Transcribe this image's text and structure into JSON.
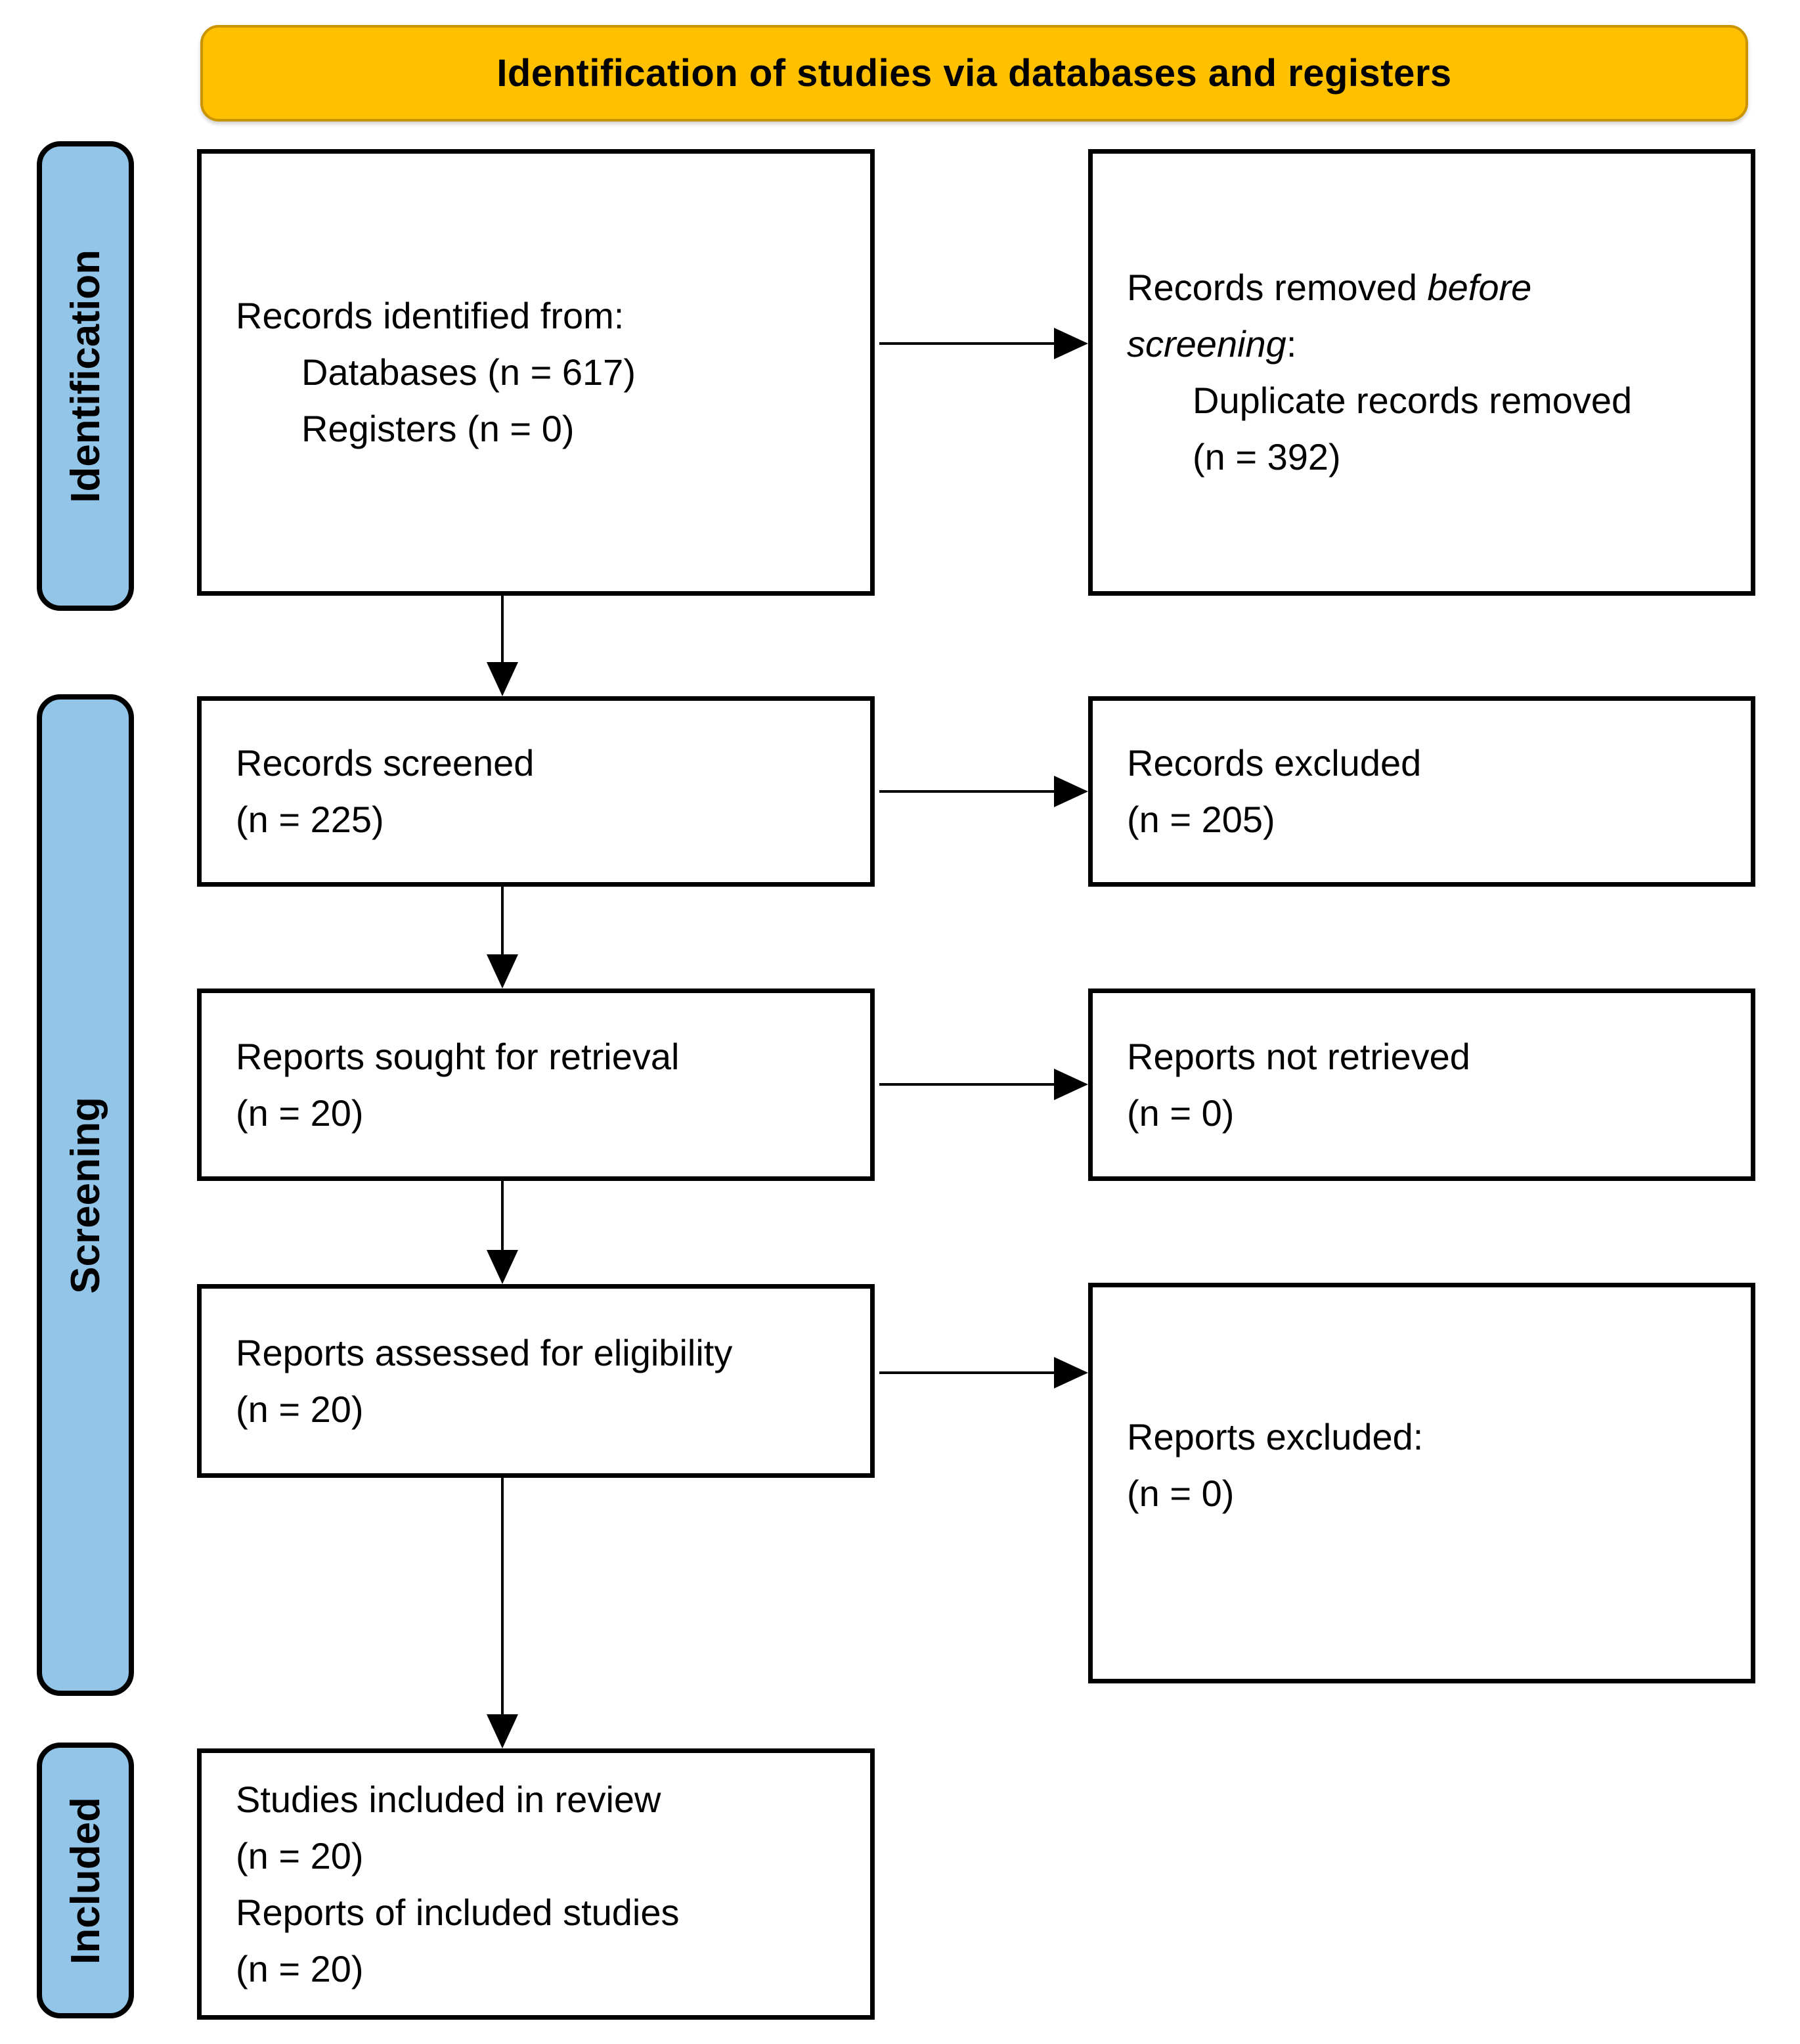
{
  "header": {
    "title": "Identification of studies via databases and registers"
  },
  "stages": [
    {
      "label": "Identification"
    },
    {
      "label": "Screening"
    },
    {
      "label": "Included"
    }
  ],
  "colors": {
    "banner_fill": "#FFC000",
    "banner_border": "#C99400",
    "stage_fill": "#92C5E8",
    "box_border": "#000000",
    "arrow": "#000000"
  },
  "boxes": {
    "records_identified": {
      "lines": [
        {
          "indent": 0,
          "runs": [
            {
              "t": "Records identified from:"
            }
          ]
        },
        {
          "indent": 1,
          "runs": [
            {
              "t": "Databases (n = 617)"
            }
          ]
        },
        {
          "indent": 1,
          "runs": [
            {
              "t": "Registers (n = 0)"
            }
          ]
        }
      ]
    },
    "records_removed": {
      "lines": [
        {
          "indent": 0,
          "runs": [
            {
              "t": "Records removed "
            },
            {
              "t": "before",
              "i": true
            }
          ]
        },
        {
          "indent": 0,
          "runs": [
            {
              "t": "screening",
              "i": true
            },
            {
              "t": ":"
            }
          ]
        },
        {
          "indent": 1,
          "runs": [
            {
              "t": "Duplicate records removed"
            }
          ]
        },
        {
          "indent": 1,
          "runs": [
            {
              "t": "(n = 392)"
            }
          ]
        }
      ]
    },
    "records_screened": {
      "lines": [
        {
          "indent": 0,
          "runs": [
            {
              "t": "Records screened"
            }
          ]
        },
        {
          "indent": 0,
          "runs": [
            {
              "t": "(n = 225)"
            }
          ]
        }
      ]
    },
    "records_excluded": {
      "lines": [
        {
          "indent": 0,
          "runs": [
            {
              "t": "Records excluded"
            }
          ]
        },
        {
          "indent": 0,
          "runs": [
            {
              "t": "(n = 205)"
            }
          ]
        }
      ]
    },
    "reports_sought": {
      "lines": [
        {
          "indent": 0,
          "runs": [
            {
              "t": "Reports sought for retrieval"
            }
          ]
        },
        {
          "indent": 0,
          "runs": [
            {
              "t": "(n = 20)"
            }
          ]
        }
      ]
    },
    "reports_not_retrieved": {
      "lines": [
        {
          "indent": 0,
          "runs": [
            {
              "t": "Reports not retrieved"
            }
          ]
        },
        {
          "indent": 0,
          "runs": [
            {
              "t": "(n = 0)"
            }
          ]
        }
      ]
    },
    "reports_assessed": {
      "lines": [
        {
          "indent": 0,
          "runs": [
            {
              "t": "Reports assessed for eligibility"
            }
          ]
        },
        {
          "indent": 0,
          "runs": [
            {
              "t": "(n = 20)"
            }
          ]
        }
      ]
    },
    "reports_excluded": {
      "lines": [
        {
          "indent": 0,
          "runs": [
            {
              "t": "Reports excluded:"
            }
          ]
        },
        {
          "indent": 0,
          "runs": [
            {
              "t": "(n = 0)"
            }
          ]
        }
      ]
    },
    "studies_included": {
      "lines": [
        {
          "indent": 0,
          "runs": [
            {
              "t": "Studies included in review"
            }
          ]
        },
        {
          "indent": 0,
          "runs": [
            {
              "t": "(n = 20)"
            }
          ]
        },
        {
          "indent": 0,
          "runs": [
            {
              "t": "Reports of included studies"
            }
          ]
        },
        {
          "indent": 0,
          "runs": [
            {
              "t": "(n = 20)"
            }
          ]
        }
      ]
    }
  }
}
